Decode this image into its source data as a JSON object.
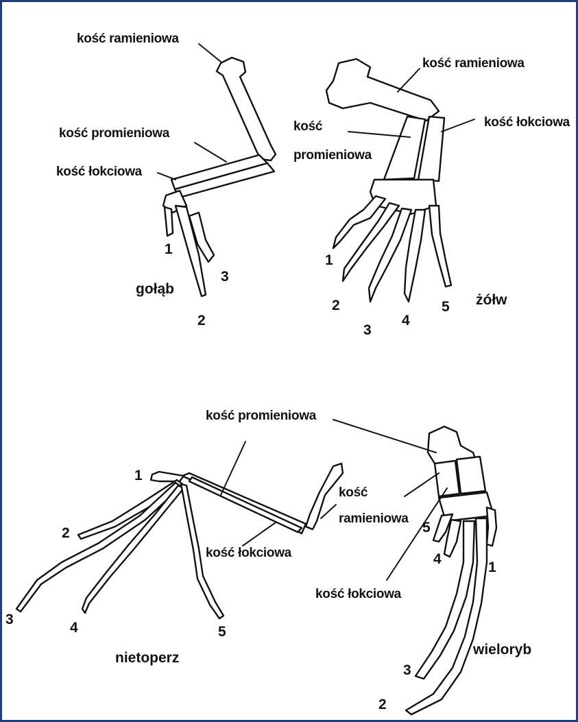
{
  "pigeon": {
    "name": "gołąb",
    "humerus": "kość ramieniowa",
    "radius": "kość promieniowa",
    "ulna": "kość łokciowa",
    "digits": [
      "1",
      "3",
      "2"
    ]
  },
  "turtle": {
    "name": "żółw",
    "humerus": "kość ramieniowa",
    "radius_line1": "kość",
    "radius_line2": "promieniowa",
    "ulna": "kość łokciowa",
    "digits": [
      "1",
      "2",
      "3",
      "4",
      "5"
    ]
  },
  "bat": {
    "name": "nietoperz",
    "radius": "kość promieniowa",
    "humerus_line1": "kość",
    "humerus_line2": "ramieniowa",
    "ulna": "kość łokciowa",
    "digits": [
      "1",
      "2",
      "3",
      "4",
      "5"
    ]
  },
  "whale": {
    "name": "wieloryb",
    "ulna": "kość łokciowa",
    "digits": [
      "5",
      "4",
      "1",
      "3",
      "2"
    ]
  },
  "colors": {
    "border": "#1a3f7a",
    "ink": "#111111",
    "background": "#ffffff"
  }
}
